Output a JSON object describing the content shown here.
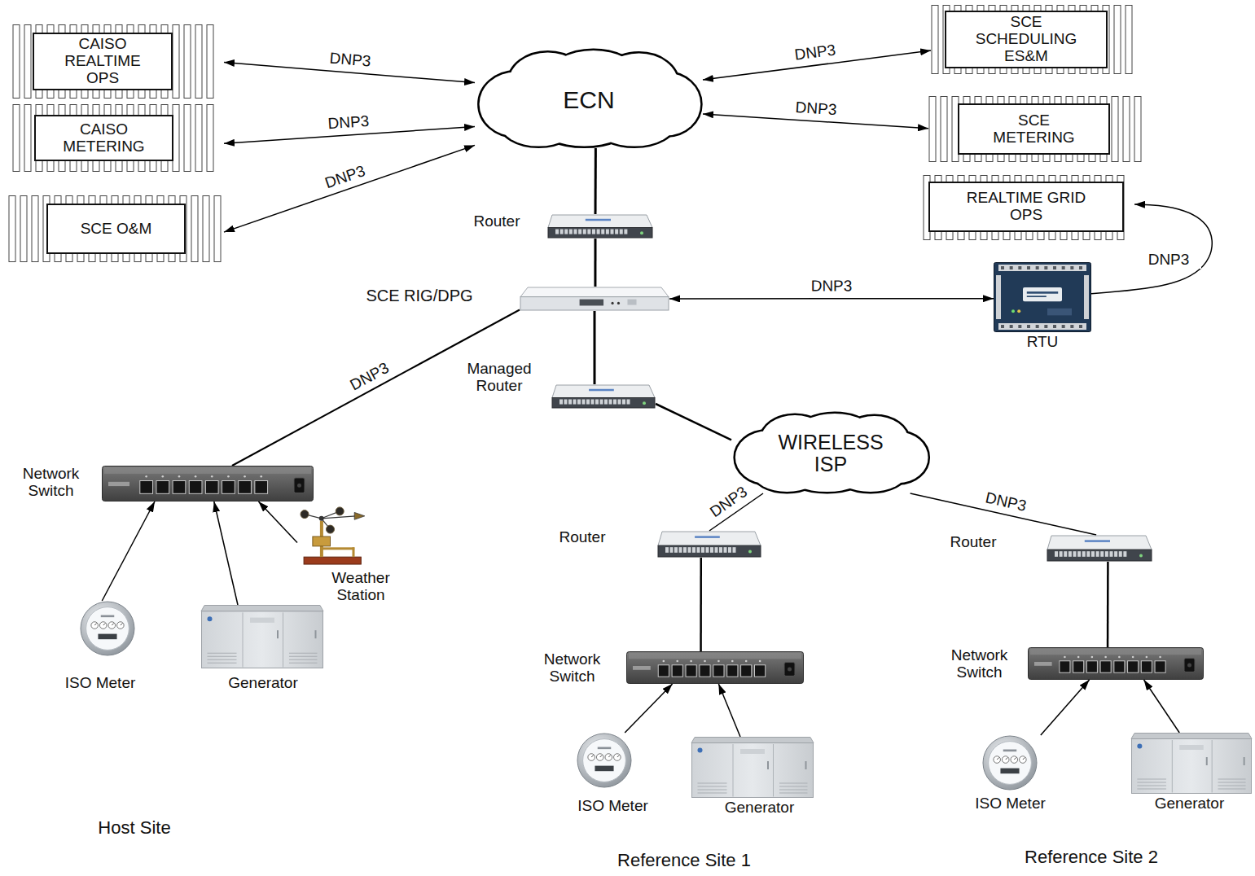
{
  "diagram": {
    "nodes": [
      {
        "text": [
          "CAISO REALTIME OPS"
        ]
      },
      {
        "text": [
          "SCE SCHEDULING ES&M"
        ]
      },
      {
        "text": [
          "ECN"
        ]
      },
      {
        "text": [
          "CAISO METERING"
        ]
      },
      {
        "text": [
          "SCE METERING"
        ]
      },
      {
        "text": [
          "SCE O&M"
        ]
      },
      {
        "text": [
          "REALTIME GRID OPS"
        ]
      },
      {
        "text": [
          "Router"
        ]
      },
      {
        "text": [
          "SCE RIG/DPG"
        ]
      },
      {
        "text": [
          "RTU"
        ]
      },
      {
        "text": [
          "Managed Router"
        ]
      },
      {
        "text": [
          "Network Switch"
        ]
      },
      {
        "text": [
          "WIRELESS ISP"
        ]
      },
      {
        "text": [
          "Router"
        ]
      },
      {
        "text": [
          "Router"
        ]
      },
      {
        "text": [
          "Weather Station"
        ]
      },
      {
        "text": [
          "ISO Meter"
        ]
      },
      {
        "text": [
          "Generator"
        ]
      },
      {
        "text": [
          "Network Switch"
        ]
      },
      {
        "text": [
          "Network Switch"
        ]
      },
      {
        "text": [
          "ISO Meter"
        ]
      },
      {
        "text": [
          "Generator"
        ]
      },
      {
        "text": [
          "ISO Meter"
        ]
      },
      {
        "text": [
          "Generator"
        ]
      }
    ],
    "edges": [
      {
        "from": 0,
        "to": 2,
        "label": "DNP3",
        "arrow": "both"
      },
      {
        "from": 1,
        "to": 2,
        "label": "DNP3",
        "arrow": "both"
      },
      {
        "from": 3,
        "to": 2,
        "label": "DNP3",
        "arrow": "both"
      },
      {
        "from": 4,
        "to": 2,
        "label": "DNP3",
        "arrow": "both"
      },
      {
        "from": 5,
        "to": 2,
        "label": "DNP3",
        "arrow": "both"
      },
      {
        "from": 2,
        "to": 7,
        "arrow": "none"
      },
      {
        "from": 7,
        "to": 8,
        "arrow": "none"
      },
      {
        "from": 8,
        "to": 9,
        "label": "DNP3",
        "arrow": "both"
      },
      {
        "from": 9,
        "to": 6,
        "label": "DNP3",
        "arrow": "to"
      },
      {
        "from": 8,
        "to": 10,
        "arrow": "none"
      },
      {
        "from": 8,
        "to": 11,
        "label": "DNP3",
        "arrow": "none"
      },
      {
        "from": 10,
        "to": 12,
        "arrow": "none"
      },
      {
        "from": 12,
        "to": 13,
        "label": "DNP3",
        "arrow": "none"
      },
      {
        "from": 12,
        "to": 14,
        "label": "DNP3",
        "arrow": "none"
      },
      {
        "from": 13,
        "to": 18,
        "arrow": "none"
      },
      {
        "from": 14,
        "to": 19,
        "arrow": "none"
      },
      {
        "from": 16,
        "to": 11,
        "arrow": "to"
      },
      {
        "from": 17,
        "to": 11,
        "arrow": "to"
      },
      {
        "from": 15,
        "to": 11,
        "arrow": "to"
      },
      {
        "from": 20,
        "to": 18,
        "arrow": "to"
      },
      {
        "from": 21,
        "to": 18,
        "arrow": "to"
      },
      {
        "from": 22,
        "to": 19,
        "arrow": "to"
      },
      {
        "from": 23,
        "to": 19,
        "arrow": "to"
      }
    ],
    "labels": [
      "Host Site",
      "Reference Site 1",
      "Reference Site 2"
    ]
  }
}
